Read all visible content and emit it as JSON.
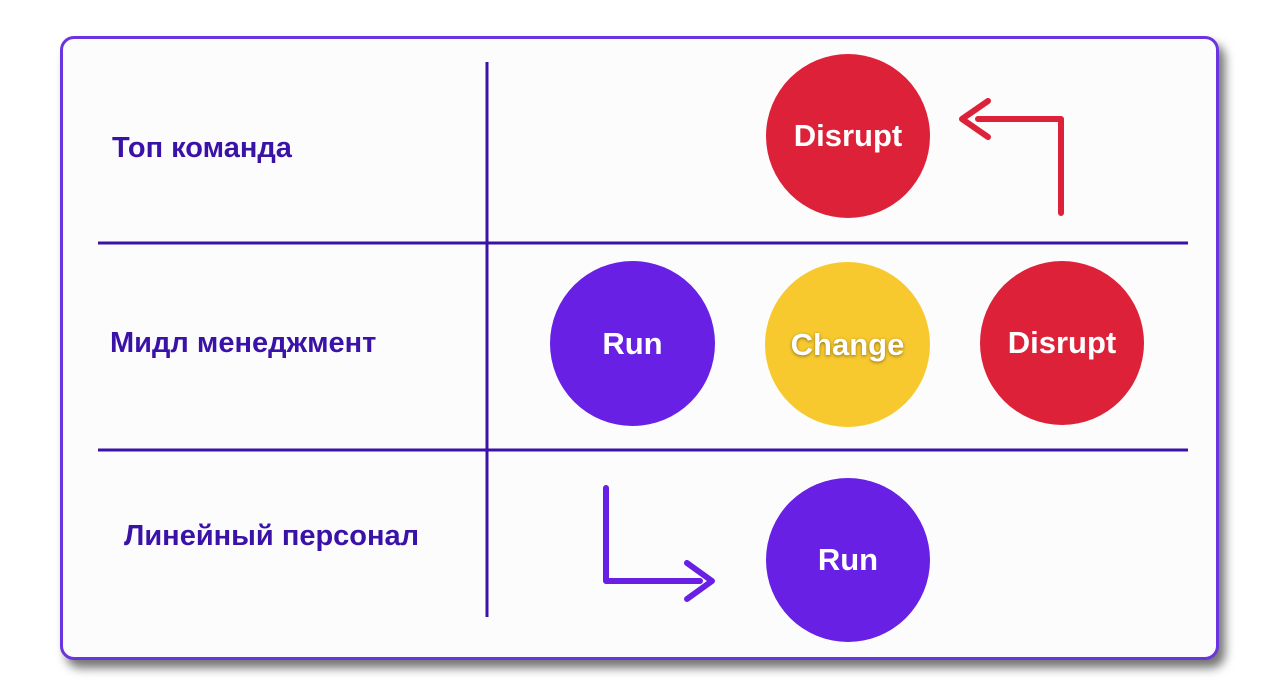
{
  "rows": [
    {
      "label": "Топ команда"
    },
    {
      "label": "Мидл менеджмент"
    },
    {
      "label": "Линейный персонал"
    }
  ],
  "nodes": {
    "top_disrupt": "Disrupt",
    "middle_run": "Run",
    "middle_change": "Change",
    "middle_disrupt": "Disrupt",
    "bottom_run": "Run"
  },
  "colors": {
    "label_text": "#3b12a8",
    "grid_lines": "#3b12a8",
    "card_border": "#6a35e0",
    "run": "#6720e4",
    "change": "#f7c92e",
    "disrupt": "#dd2138",
    "arrow_up": "#dd2138",
    "arrow_down": "#6720e4"
  },
  "edges": [
    {
      "from": "middle_disrupt",
      "to": "top_disrupt",
      "color": "disrupt"
    },
    {
      "from": "middle_run",
      "to": "bottom_run",
      "color": "run"
    }
  ]
}
